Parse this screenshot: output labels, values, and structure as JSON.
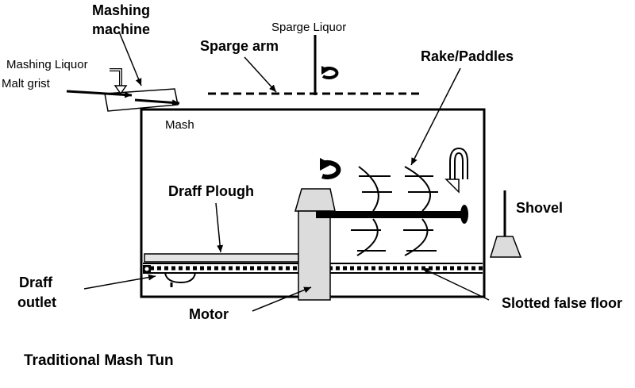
{
  "labels": {
    "mashing_machine_line1": "Mashing",
    "mashing_machine_line2": "machine",
    "sparge_liquor": "Sparge  Liquor",
    "sparge_arm": "Sparge arm",
    "rake_paddles": "Rake/Paddles",
    "mashing_liquor": "Mashing Liquor",
    "malt_grist": "Malt grist",
    "mash": "Mash",
    "draff_plough": "Draff Plough",
    "shovel": "Shovel",
    "draff_outlet_line1": "Draff",
    "draff_outlet_line2": "outlet",
    "motor": "Motor",
    "slotted_false_floor": "Slotted false floor"
  },
  "caption": "Traditional Mash Tun"
}
